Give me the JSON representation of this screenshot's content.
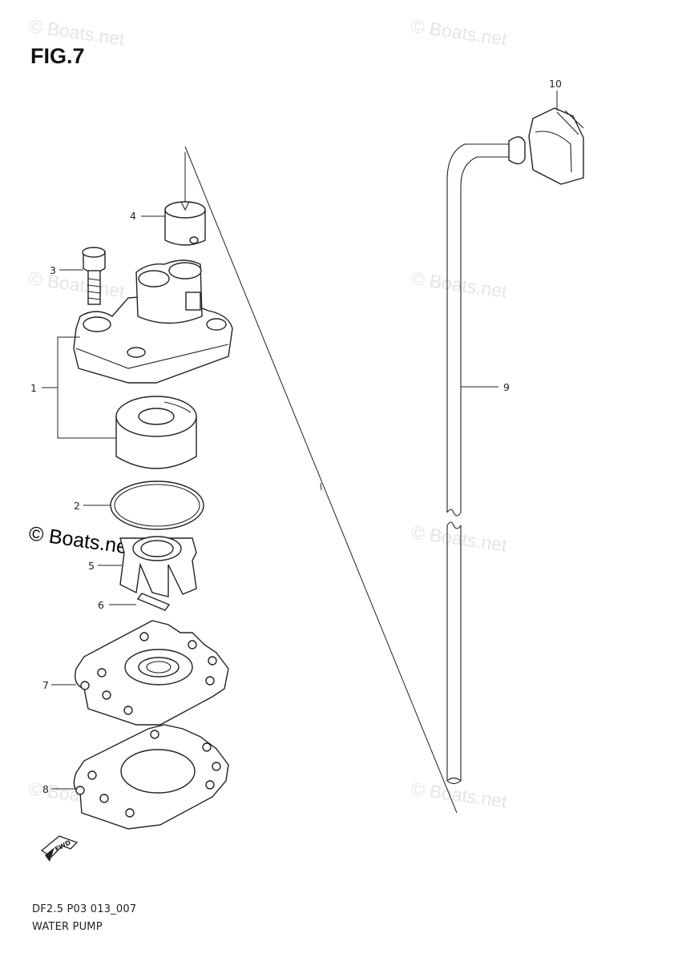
{
  "figure_label": "FIG.7",
  "model_code": "DF2.5 P03 013_007",
  "section_title": "WATER PUMP",
  "watermark_text": "© Boats.net",
  "fwd_label": "FWD",
  "parts": [
    {
      "ref": "1",
      "icon": "pump-case-icon"
    },
    {
      "ref": "2",
      "icon": "o-ring-icon"
    },
    {
      "ref": "3",
      "icon": "bolt-icon"
    },
    {
      "ref": "4",
      "icon": "collar-icon"
    },
    {
      "ref": "5",
      "icon": "impeller-icon"
    },
    {
      "ref": "6",
      "icon": "key-pin-icon"
    },
    {
      "ref": "7",
      "icon": "plate-icon"
    },
    {
      "ref": "8",
      "icon": "gasket-icon"
    },
    {
      "ref": "9",
      "icon": "water-tube-icon"
    },
    {
      "ref": "10",
      "icon": "grommet-icon"
    }
  ]
}
